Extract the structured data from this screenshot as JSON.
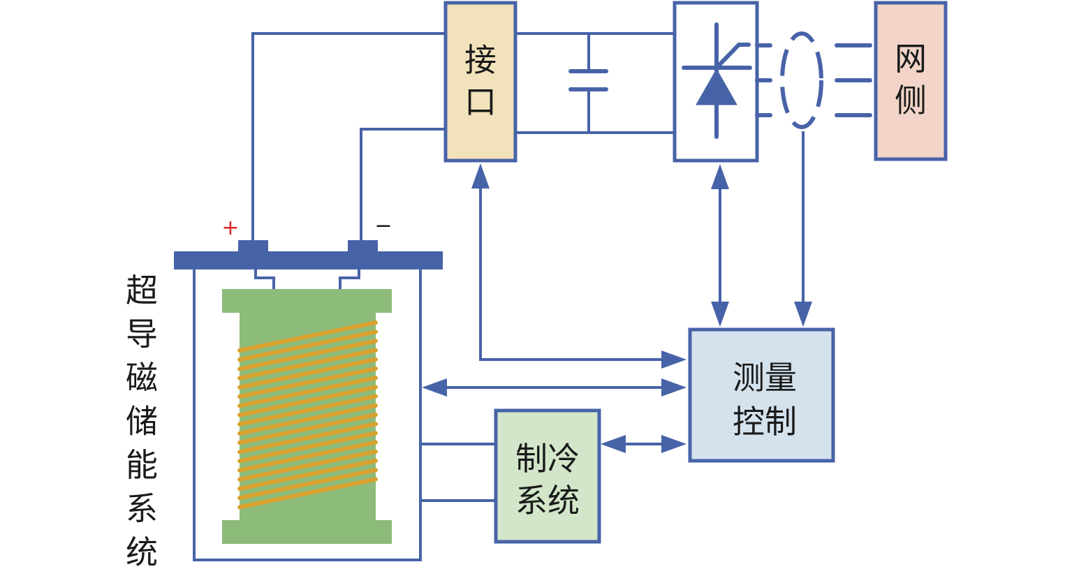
{
  "title": "超导磁储能系统",
  "title_chars": [
    "超",
    "导",
    "磁",
    "储",
    "能",
    "系",
    "统"
  ],
  "colors": {
    "line": "#4763a8",
    "interface_fill": "#f2e2bb",
    "grid_fill": "#f2d5c8",
    "measure_fill": "#d4e2ed",
    "cooling_fill": "#d3e6c9",
    "coil_body": "#8dbb7a",
    "winding": "#dba12e",
    "plus": "#e0262a",
    "minus": "#1a1a1a"
  },
  "terminals": {
    "plus": "+",
    "minus": "−"
  },
  "blocks": {
    "interface": {
      "line1": "接",
      "line2": "口"
    },
    "grid": {
      "line1": "网",
      "line2": "侧"
    },
    "measure": {
      "line1": "测量",
      "line2": "控制"
    },
    "cooling": {
      "line1": "制冷",
      "line2": "系统"
    }
  },
  "coil": {
    "turns": 18
  }
}
